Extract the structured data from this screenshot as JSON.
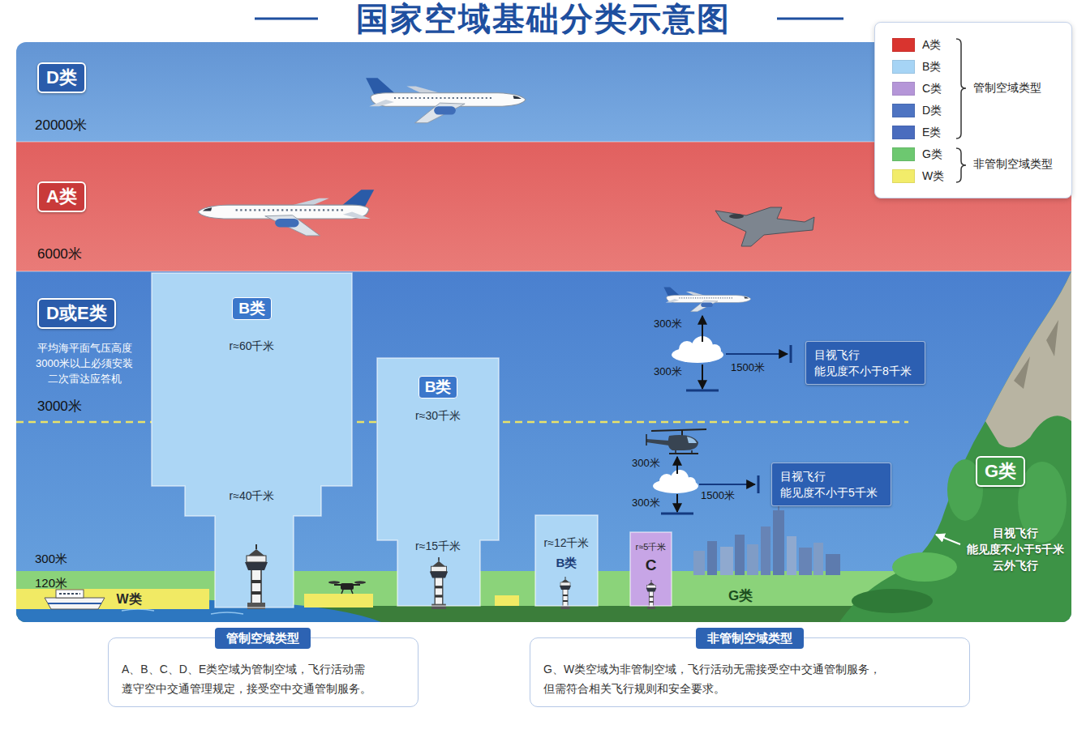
{
  "diagram": {
    "title": "国家空域基础分类示意图",
    "nodes": [
      {
        "text": [
          "D类"
        ]
      },
      {
        "text": [
          "A类"
        ]
      },
      {
        "text": [
          "D或E类"
        ]
      },
      {
        "text": [
          "B类",
          "r≈60千米",
          "r≈40千米"
        ]
      },
      {
        "text": [
          "目视飞行 能见度不小于8千米"
        ]
      },
      {
        "text": [
          "B类",
          "r≈30千米",
          "r≈15千米"
        ]
      },
      {
        "text": [
          "G类"
        ]
      },
      {
        "text": [
          "目视飞行 能见度不小于5千米"
        ]
      },
      {
        "text": [
          "r≈12千米",
          "B类"
        ]
      },
      {
        "text": [
          "r≈5千米",
          "C"
        ]
      },
      {
        "text": [
          "W类"
        ]
      },
      {
        "text": [
          "管制空域类型",
          "A、B、C、D、E类空域为管制空域，飞行活动需 遵守空中交通管理规定，接受空中交通管制服务。"
        ]
      },
      {
        "text": [
          "非管制空域类型",
          "G、W类空域为非管制空域，飞行活动无需接受空中交通管制服务， 但需符合相关飞行规则和安全要求。"
        ]
      }
    ],
    "labels": [
      "20000米",
      "6000米",
      "平均海平面气压高度 3000米以上必须安装 二次雷达应答机",
      "3000米",
      "300米",
      "120米",
      "300米",
      "300米",
      "1500米",
      "300米",
      "300米",
      "1500米",
      "G类",
      "目视飞行 能见度不小于5千米 云外飞行",
      "管制空域类型",
      "非管制空域类型"
    ],
    "legend": [
      {
        "text": "A类",
        "color": "#d9342f"
      },
      {
        "text": "B类",
        "color": "#a6d4f5"
      },
      {
        "text": "C类",
        "color": "#b596d8"
      },
      {
        "text": "D类",
        "color": "#4e74c2"
      },
      {
        "text": "E类",
        "color": "#4a6cbe"
      },
      {
        "text": "G类",
        "color": "#6dc870"
      },
      {
        "text": "W类",
        "color": "#f2ec6a"
      }
    ]
  }
}
